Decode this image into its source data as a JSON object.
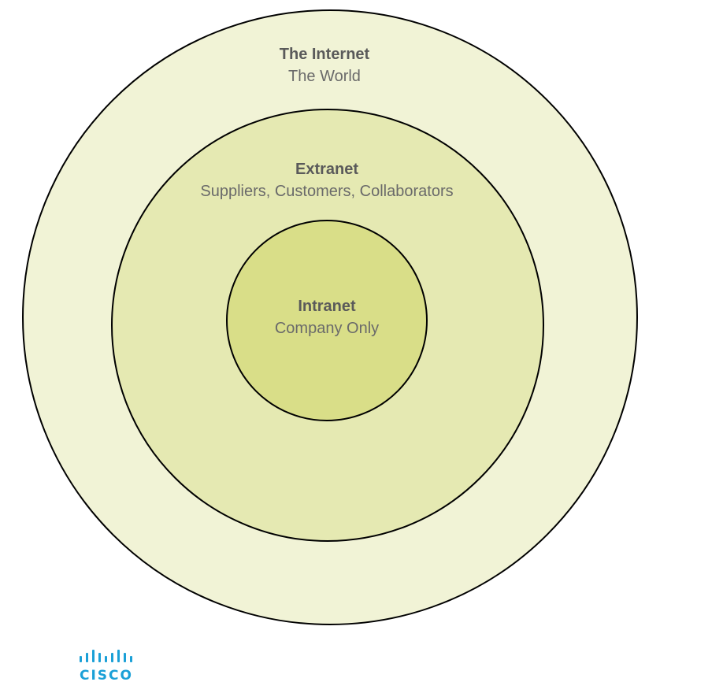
{
  "diagram": {
    "outer_zone": {
      "title": "The Internet",
      "subtitle": "The World",
      "fill": "#f1f3d6"
    },
    "middle_zone": {
      "title": "Extranet",
      "subtitle": "Suppliers, Customers, Collaborators",
      "fill": "#e5e9b2"
    },
    "inner_zone": {
      "title": "Intranet",
      "subtitle": "Company Only",
      "fill": "#d9de88"
    },
    "stroke_color": "#000000",
    "title_color": "#5a5a5a",
    "subtitle_color": "#6a6a6a"
  },
  "logo": {
    "word": "CISCO",
    "icon": "cisco-bars-icon",
    "color": "#1ba0d7"
  }
}
